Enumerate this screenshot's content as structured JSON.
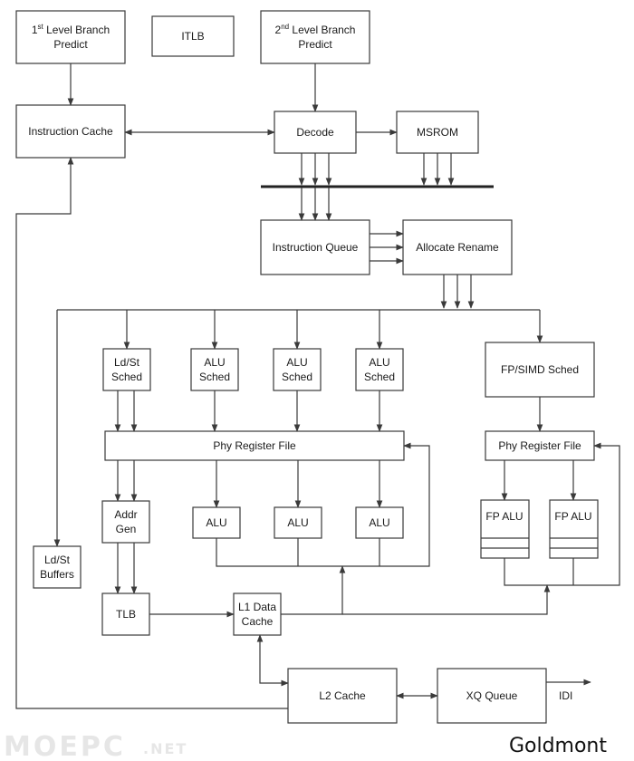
{
  "diagram": {
    "branch_predict_1": {
      "prefix": "1",
      "sup": "st",
      "suffix": " Level Branch",
      "line2": "Predict"
    },
    "itlb": "ITLB",
    "branch_predict_2": {
      "prefix": "2",
      "sup": "nd",
      "suffix": " Level Branch",
      "line2": "Predict"
    },
    "instruction_cache": "Instruction Cache",
    "decode": "Decode",
    "msrom": "MSROM",
    "instruction_queue": "Instruction Queue",
    "allocate_rename": "Allocate Rename",
    "ldst_sched": [
      "Ld/St",
      "Sched"
    ],
    "alu_sched": [
      "ALU",
      "Sched"
    ],
    "fp_simd_sched": "FP/SIMD Sched",
    "phy_register_file": "Phy Register File",
    "fp_phy_register_file": "Phy Register File",
    "addr_gen": [
      "Addr",
      "Gen"
    ],
    "alu": "ALU",
    "fp_alu": "FP ALU",
    "ldst_buffers": [
      "Ld/St",
      "Buffers"
    ],
    "tlb": "TLB",
    "l1_data_cache": [
      "L1 Data",
      "Cache"
    ],
    "l2_cache": "L2 Cache",
    "xq_queue": "XQ Queue",
    "idi": "IDI"
  },
  "watermark": {
    "main": "MOEPC",
    "suffix": ".NET"
  },
  "title": "Goldmont"
}
